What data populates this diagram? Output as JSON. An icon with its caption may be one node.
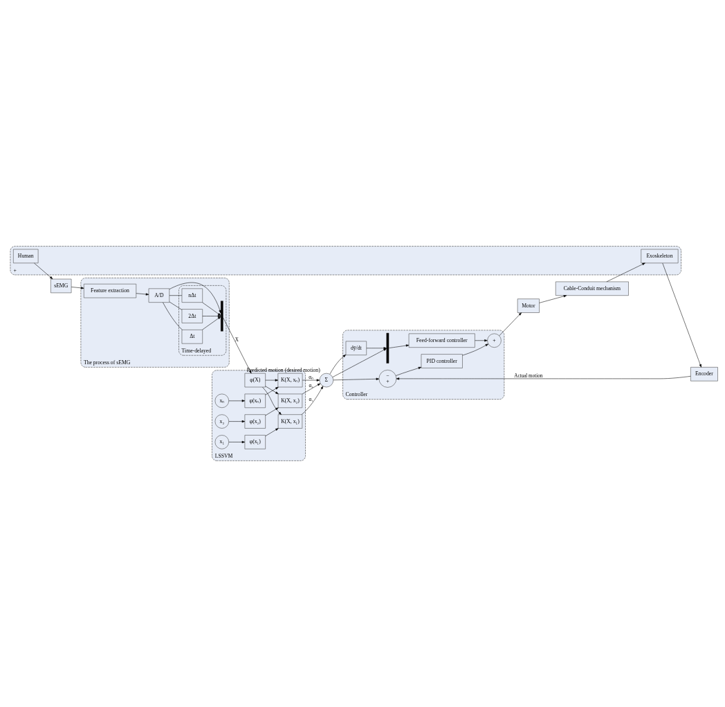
{
  "diagram": {
    "nodes": [
      {
        "text": [
          "+"
        ]
      },
      {
        "text": [
          "Human"
        ],
        "in": 0
      },
      {
        "text": [
          "Exoskeleton"
        ],
        "in": 0
      },
      {
        "text": [
          "sEMG"
        ]
      },
      {
        "text": [
          "Encoder"
        ]
      },
      {
        "text": [
          "The process of sEMG"
        ]
      },
      {
        "text": [
          "Feature extraction"
        ],
        "in": 5
      },
      {
        "text": [
          "A/D"
        ],
        "in": 5
      },
      {
        "text": [
          "Time-delayed"
        ],
        "in": 5
      },
      {
        "text": [
          "Δt"
        ],
        "in": 8
      },
      {
        "text": [
          "2Δt"
        ],
        "in": 8
      },
      {
        "text": [
          "nΔt"
        ],
        "in": 8
      },
      {
        "text": [],
        "shape": "bar",
        "in": 8
      },
      {
        "text": [
          "LSSVM"
        ]
      },
      {
        "text": [
          "K(X, xₙ)"
        ],
        "in": 13
      },
      {
        "text": [
          "φ(xₙ)"
        ],
        "in": 13
      },
      {
        "text": [
          "xₙ"
        ],
        "in": 13
      },
      {
        "text": [
          "φ(X)"
        ],
        "in": 13
      },
      {
        "text": [
          "K(X, x₂)"
        ],
        "in": 13
      },
      {
        "text": [
          "φ(x₂)"
        ],
        "in": 13
      },
      {
        "text": [
          "x₂"
        ],
        "in": 13
      },
      {
        "text": [
          "K(X, x₁)"
        ],
        "in": 13
      },
      {
        "text": [
          "φ(x₁)"
        ],
        "in": 13
      },
      {
        "text": [
          "x₁"
        ],
        "in": 13
      },
      {
        "text": [
          "Σ"
        ],
        "beside": [
          "Predicted motion (desired motion)"
        ]
      },
      {
        "text": [
          "Controller"
        ]
      },
      {
        "text": [
          "−",
          "+"
        ],
        "in": 25
      },
      {
        "text": [
          "PID controller"
        ],
        "in": 25
      },
      {
        "text": [
          "+"
        ],
        "in": 25
      },
      {
        "text": [
          "dȳ/dt"
        ],
        "in": 25
      },
      {
        "text": [],
        "shape": "bar",
        "in": 25
      },
      {
        "text": [
          "Feed-forward controller"
        ],
        "in": 25
      },
      {
        "text": [
          "Motor"
        ]
      },
      {
        "text": [
          "Cable-Conduit mechanism"
        ]
      }
    ],
    "edges": [
      {
        "from": 1,
        "to": 3,
        "arrow": "to"
      },
      {
        "from": 3,
        "to": 6,
        "arrow": "to"
      },
      {
        "from": 2,
        "to": 4,
        "arrow": "to"
      },
      {
        "from": 6,
        "to": 7,
        "arrow": "to"
      },
      {
        "from": 7,
        "to": 12,
        "arrow": "to"
      },
      {
        "from": 7,
        "to": 9,
        "arrow": "none"
      },
      {
        "from": 7,
        "to": 10,
        "arrow": "none"
      },
      {
        "from": 7,
        "to": 11,
        "arrow": "none"
      },
      {
        "from": 9,
        "to": 12,
        "arrow": "to"
      },
      {
        "from": 10,
        "to": 12,
        "arrow": "to"
      },
      {
        "from": 11,
        "to": 12,
        "arrow": "to"
      },
      {
        "from": 12,
        "to": 17,
        "arrow": "to",
        "label": "X"
      },
      {
        "from": 16,
        "to": 15,
        "arrow": "to"
      },
      {
        "from": 15,
        "to": 14,
        "arrow": "to"
      },
      {
        "from": 20,
        "to": 19,
        "arrow": "to"
      },
      {
        "from": 19,
        "to": 18,
        "arrow": "to"
      },
      {
        "from": 23,
        "to": 22,
        "arrow": "to"
      },
      {
        "from": 22,
        "to": 21,
        "arrow": "to"
      },
      {
        "from": 17,
        "to": 14,
        "arrow": "to"
      },
      {
        "from": 17,
        "to": 18,
        "arrow": "to"
      },
      {
        "from": 17,
        "to": 21,
        "arrow": "to"
      },
      {
        "from": 14,
        "to": 24,
        "arrow": "to",
        "label": "αₙ"
      },
      {
        "from": 18,
        "to": 24,
        "arrow": "to",
        "label": "α₂"
      },
      {
        "from": 21,
        "to": 24,
        "arrow": "to",
        "label": "α₁"
      },
      {
        "from": 24,
        "to": 26,
        "arrow": "to"
      },
      {
        "from": 24,
        "to": 29,
        "arrow": "to"
      },
      {
        "from": 24,
        "to": 30,
        "arrow": "to"
      },
      {
        "from": 4,
        "to": 26,
        "arrow": "to",
        "label": "Actual motion"
      },
      {
        "from": 26,
        "to": 27,
        "arrow": "to"
      },
      {
        "from": 27,
        "to": 28,
        "arrow": "to"
      },
      {
        "from": 29,
        "to": 30,
        "arrow": "to"
      },
      {
        "from": 30,
        "to": 31,
        "arrow": "to"
      },
      {
        "from": 31,
        "to": 28,
        "arrow": "to"
      },
      {
        "from": 28,
        "to": 32,
        "arrow": "to"
      },
      {
        "from": 32,
        "to": 33,
        "arrow": "to"
      },
      {
        "from": 33,
        "to": 2,
        "arrow": "to"
      }
    ]
  }
}
